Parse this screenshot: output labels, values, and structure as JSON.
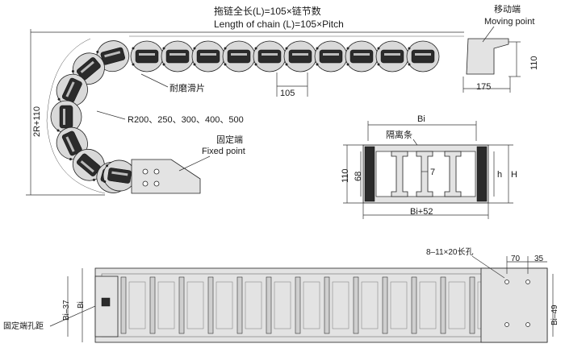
{
  "top_title_cn": "拖链全长(L)=105×链节数",
  "top_title_en": "Length of chain (L)=105×Pitch",
  "moving_point_cn": "移动端",
  "moving_point_en": "Moving point",
  "fixed_point_cn": "固定端",
  "fixed_point_en": "Fixed point",
  "wear_slider": "耐磨滑片",
  "radius_options": "R200、250、300、400、500",
  "dim_2r110": "2R+110",
  "dim_105": "105",
  "dim_175": "175",
  "dim_110_right": "110",
  "section": {
    "bi": "Bi",
    "separator": "隔离条",
    "dim_110": "110",
    "dim_68": "68",
    "dim_7": "7",
    "h": "h",
    "H": "H",
    "bi52": "Bi+52"
  },
  "bottom": {
    "slot_label": "8–11×20长孔",
    "dim_70": "70",
    "dim_35": "35",
    "bi37": "Bi–37",
    "bi": "Bi",
    "bi49": "Bi–49",
    "fixed_hole_pitch": "固定端孔距"
  }
}
